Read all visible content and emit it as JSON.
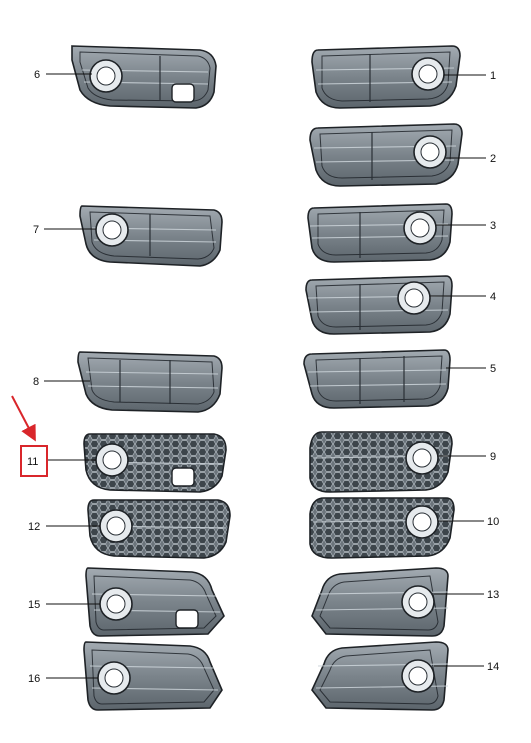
{
  "diagram": {
    "accent_color": "#d9262b",
    "part_color": "#7d868d",
    "callouts": [
      {
        "id": "c6",
        "label": "6"
      },
      {
        "id": "c1",
        "label": "1"
      },
      {
        "id": "c2",
        "label": "2"
      },
      {
        "id": "c7",
        "label": "7"
      },
      {
        "id": "c3",
        "label": "3"
      },
      {
        "id": "c4",
        "label": "4"
      },
      {
        "id": "c8",
        "label": "8"
      },
      {
        "id": "c5",
        "label": "5"
      },
      {
        "id": "c11",
        "label": "11",
        "highlighted": true
      },
      {
        "id": "c9",
        "label": "9"
      },
      {
        "id": "c12",
        "label": "12"
      },
      {
        "id": "c10",
        "label": "10"
      },
      {
        "id": "c15",
        "label": "15"
      },
      {
        "id": "c13",
        "label": "13"
      },
      {
        "id": "c16",
        "label": "16"
      },
      {
        "id": "c14",
        "label": "14"
      }
    ],
    "icons": [
      "red-arrow-icon",
      "highlight-box-icon"
    ]
  }
}
